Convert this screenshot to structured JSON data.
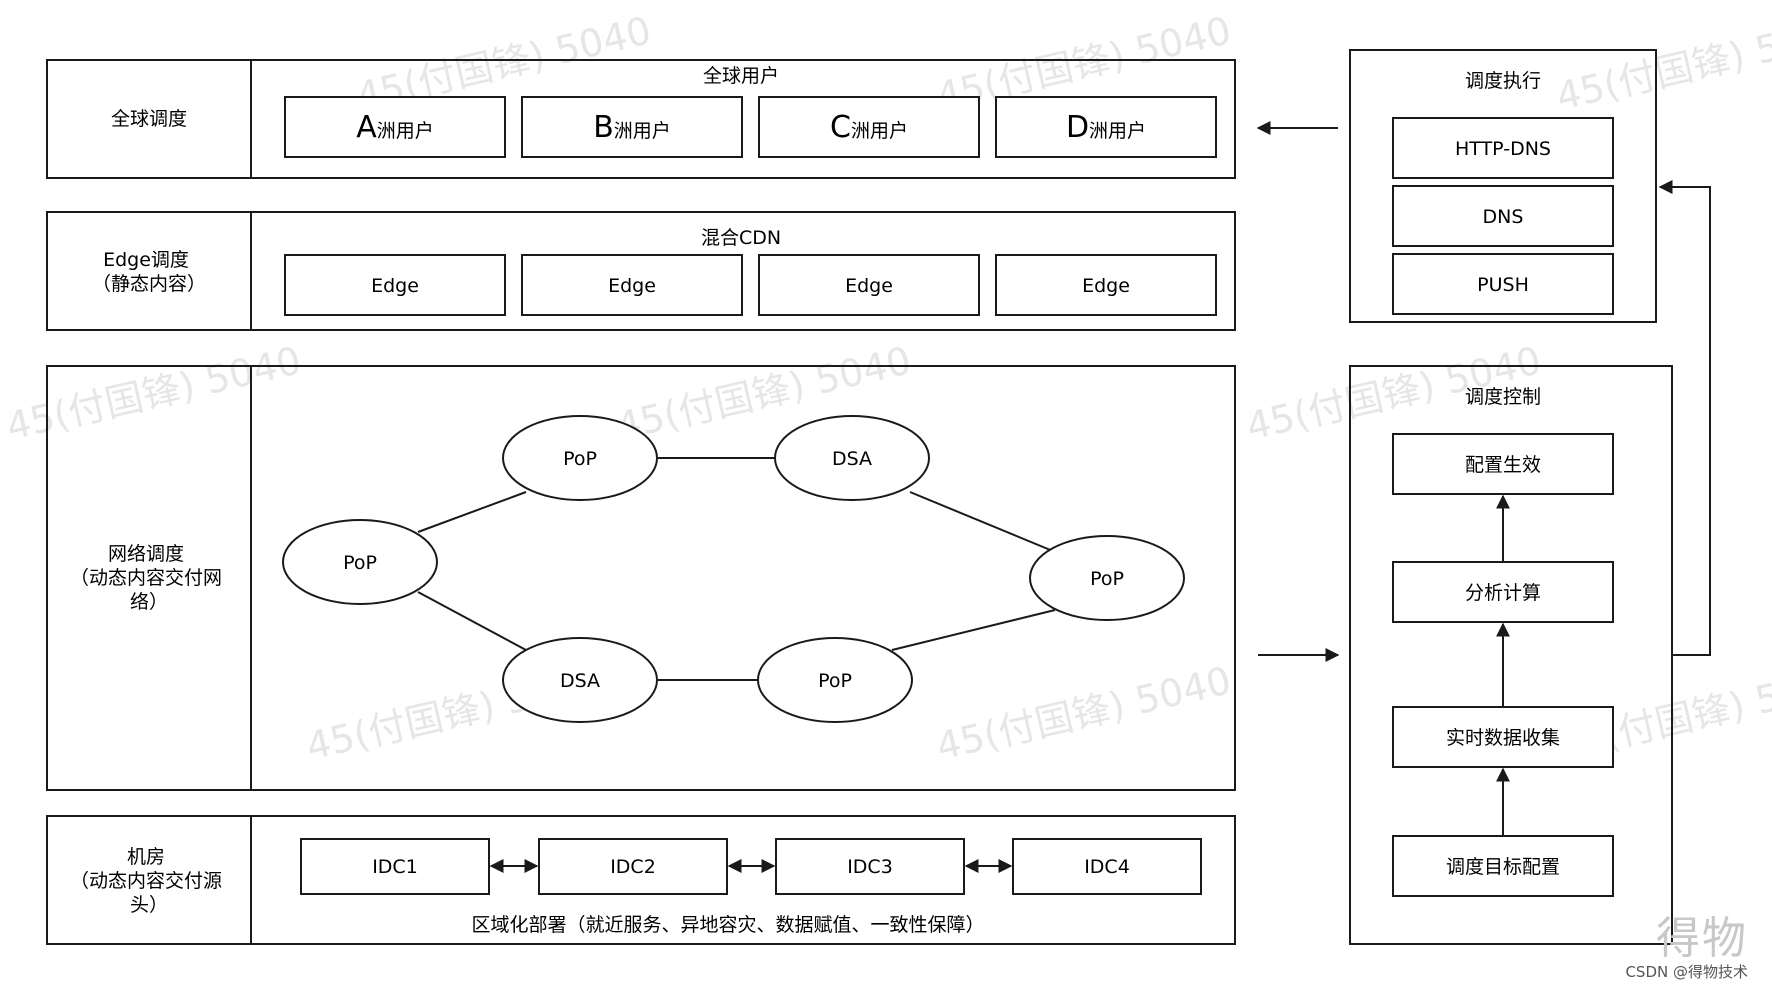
{
  "rows": {
    "global": {
      "label": "全球调度",
      "title": "全球用户",
      "items": [
        {
          "letter": "A",
          "suffix": "洲用户"
        },
        {
          "letter": "B",
          "suffix": "洲用户"
        },
        {
          "letter": "C",
          "suffix": "洲用户"
        },
        {
          "letter": "D",
          "suffix": "洲用户"
        }
      ]
    },
    "edge": {
      "label_lines": [
        "Edge调度",
        "（静态内容）"
      ],
      "title": "混合CDN",
      "items": [
        "Edge",
        "Edge",
        "Edge",
        "Edge"
      ]
    },
    "network": {
      "label_lines": [
        "网络调度",
        "（动态内容交付网",
        "络）"
      ],
      "nodes": {
        "pop_left": "PoP",
        "pop_top": "PoP",
        "dsa_top": "DSA",
        "pop_right": "PoP",
        "dsa_bottom": "DSA",
        "pop_bottom": "PoP"
      }
    },
    "idc": {
      "label_lines": [
        "机房",
        "（动态内容交付源",
        "头）"
      ],
      "items": [
        "IDC1",
        "IDC2",
        "IDC3",
        "IDC4"
      ],
      "caption": "区域化部署（就近服务、异地容灾、数据赋值、一致性保障）"
    }
  },
  "exec_panel": {
    "title": "调度执行",
    "items": [
      "HTTP-DNS",
      "DNS",
      "PUSH"
    ]
  },
  "control_panel": {
    "title": "调度控制",
    "steps": [
      "配置生效",
      "分析计算",
      "实时数据收集",
      "调度目标配置"
    ]
  },
  "watermark": {
    "text": "45(付国锋) 5040"
  },
  "signature": {
    "big": "得物",
    "small": "CSDN @得物技术"
  },
  "colors": {
    "stroke": "#1a1a1a",
    "fill": "#ffffff",
    "text": "#1a1a1a",
    "watermark": "#e6e6e6"
  }
}
